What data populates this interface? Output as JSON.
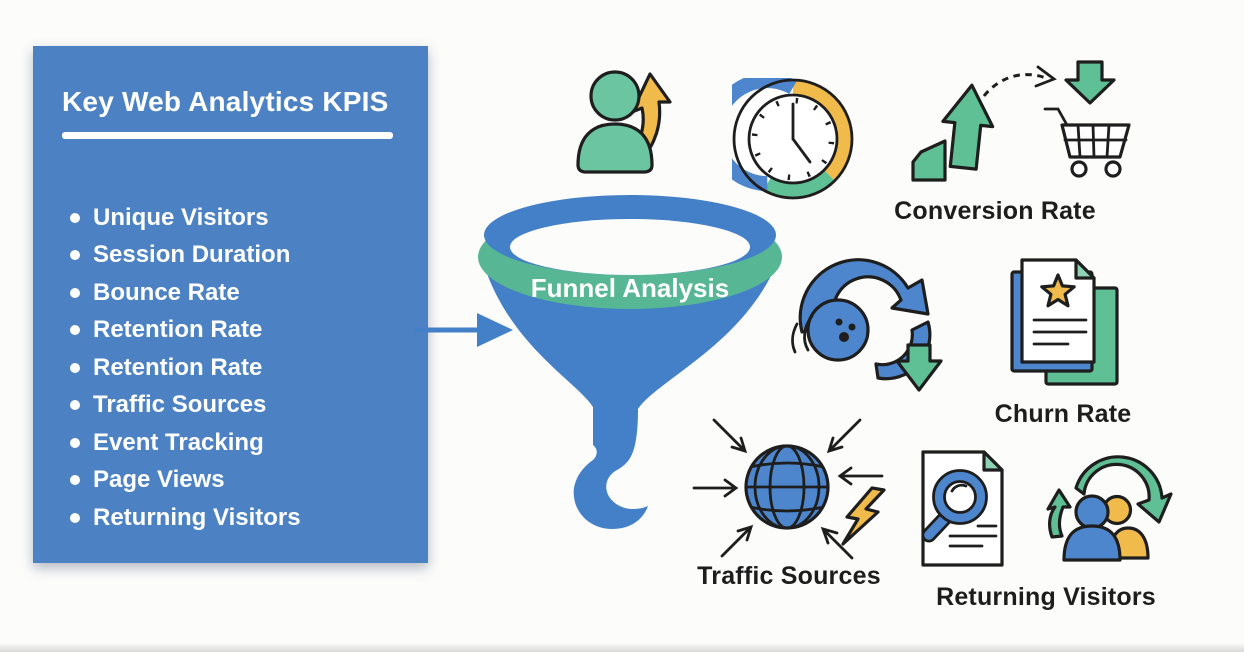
{
  "panel": {
    "title": "Key Web Analytics KPIS",
    "items": [
      "Unique Visitors",
      "Session Duration",
      "Bounce Rate",
      "Retention Rate",
      "Retention Rate",
      "Traffic Sources",
      "Event Tracking",
      "Page Views",
      "Returning Visitors"
    ]
  },
  "funnel": {
    "label": "Funnel Analysis"
  },
  "kpis": {
    "conversion_rate": "Conversion Rate",
    "churn_rate": "Churn Rate",
    "traffic_sources": "Traffic Sources",
    "returning_visitors": "Returning Visitors"
  },
  "icons": {
    "visitor_growth": "person-up-arrow-icon",
    "session_duration": "clock-icon",
    "conversion": "growth-arrows-cart-icon",
    "churn_cycle": "cycle-bowling-ball-icon",
    "churn_docs": "documents-star-icon",
    "traffic": "globe-inbound-arrows-icon",
    "energy": "lightning-icon",
    "returning": "document-magnifier-people-icon"
  },
  "colors": {
    "panel_blue": "#4c82c3",
    "funnel_blue": "#4380c7",
    "ring_green": "#57b795",
    "icon_green": "#6cc5a1",
    "arrow_green": "#5fc095",
    "mint_green": "#8ed4b4",
    "icon_yellow": "#f0bb4a",
    "icon_blue": "#4d86cc",
    "outline": "#1e1e1e",
    "label_text": "#1d1d1d"
  }
}
